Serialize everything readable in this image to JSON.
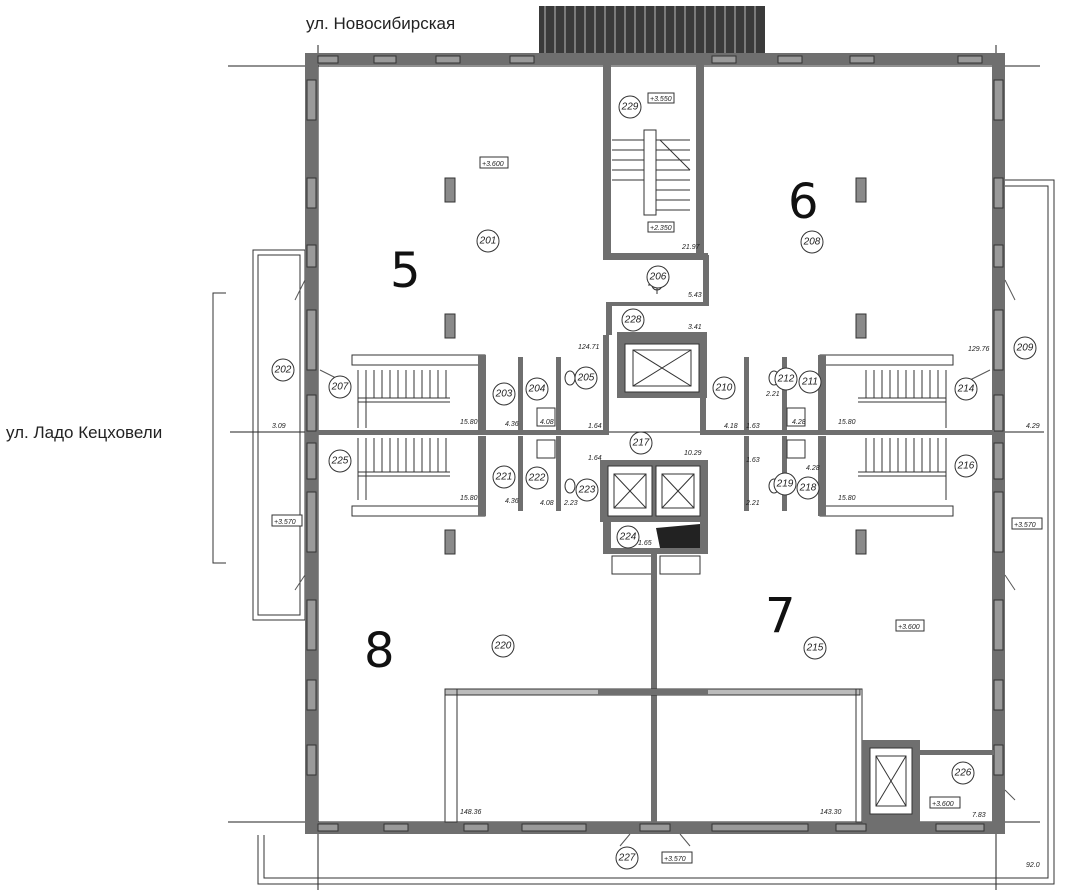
{
  "streets": {
    "top": "ул. Новосибирская",
    "left": "ул. Ладо Кецховели"
  },
  "zones": [
    "5",
    "6",
    "7",
    "8"
  ],
  "rooms": [
    {
      "num": "201"
    },
    {
      "num": "202"
    },
    {
      "num": "203"
    },
    {
      "num": "204"
    },
    {
      "num": "205"
    },
    {
      "num": "206"
    },
    {
      "num": "207"
    },
    {
      "num": "208"
    },
    {
      "num": "209"
    },
    {
      "num": "210"
    },
    {
      "num": "211"
    },
    {
      "num": "212"
    },
    {
      "num": "214"
    },
    {
      "num": "215"
    },
    {
      "num": "216"
    },
    {
      "num": "217"
    },
    {
      "num": "218"
    },
    {
      "num": "219"
    },
    {
      "num": "220"
    },
    {
      "num": "221"
    },
    {
      "num": "222"
    },
    {
      "num": "223"
    },
    {
      "num": "224"
    },
    {
      "num": "225"
    },
    {
      "num": "226"
    },
    {
      "num": "227"
    },
    {
      "num": "228"
    },
    {
      "num": "229"
    }
  ],
  "level_marks": [
    "+3.600",
    "+3.550",
    "+2.350",
    "+3.570",
    "+3.570",
    "+3.600",
    "+3.600",
    "+3.570"
  ],
  "area_labels": [
    "21.97",
    "5.43",
    "3.41",
    "124.71",
    "129.76",
    "15.80",
    "15.80",
    "15.80",
    "15.80",
    "4.36",
    "4.36",
    "1.64",
    "1.64",
    "4.08",
    "4.08",
    "2.23",
    "10.29",
    "4.18",
    "1.63",
    "1.63",
    "4.28",
    "4.28",
    "2.21",
    "2.21",
    "3.09",
    "4.29",
    "1.65",
    "148.36",
    "143.30",
    "7.83",
    "92.0"
  ]
}
